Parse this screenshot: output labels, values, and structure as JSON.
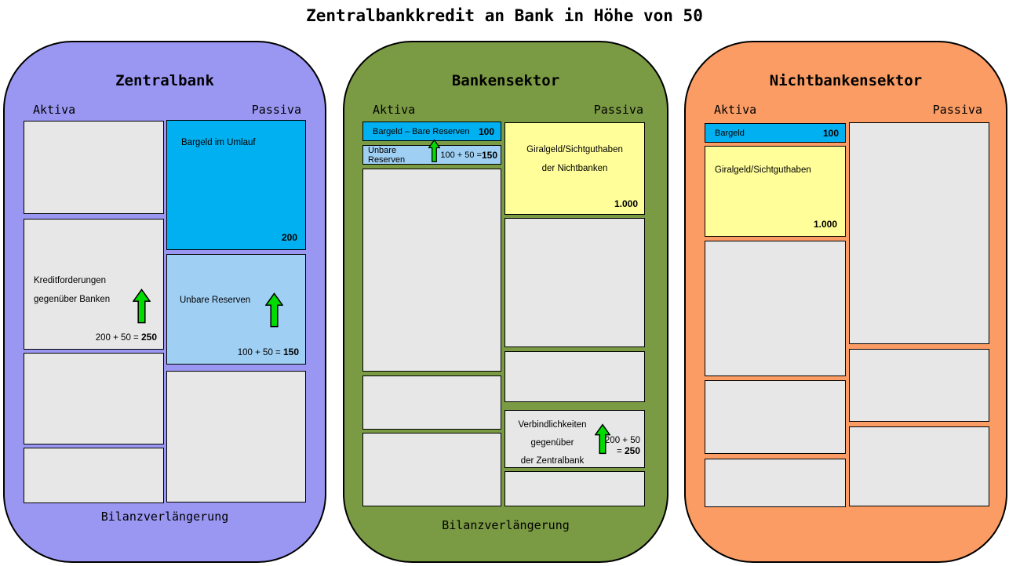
{
  "title": "Zentralbankkredit an Bank in Höhe von 50",
  "colors": {
    "zentralbank_bg": "#9A97F3",
    "bankensektor_bg": "#7A9A43",
    "nichtbanken_bg": "#FA9C64",
    "cash_cyan": "#00B0F0",
    "reserve_blue": "#9FCFF3",
    "deposit_yellow": "#FFFE99",
    "empty_gray": "#E7E7E7",
    "arrow_green": "#00DC00"
  },
  "zentralbank": {
    "title": "Zentralbank",
    "aktiva_label": "Aktiva",
    "passiva_label": "Passiva",
    "footer": "Bilanzverlängerung",
    "kredit_box": {
      "label_lines": [
        "Kreditforderungen",
        "gegenüber Banken"
      ],
      "calc": "200 + 50 = ",
      "result": "250"
    },
    "bargeld_umlauf_box": {
      "label": "Bargeld im Umlauf",
      "value": "200"
    },
    "unbare_reserven_box": {
      "label": "Unbare Reserven",
      "calc": "100 + 50 = ",
      "result": "150"
    }
  },
  "bankensektor": {
    "title": "Bankensektor",
    "aktiva_label": "Aktiva",
    "passiva_label": "Passiva",
    "footer": "Bilanzverlängerung",
    "bare_reserven_box": {
      "label": "Bargeld – Bare Reserven",
      "value": "100"
    },
    "unbare_reserven_box": {
      "label": "Unbare Reserven",
      "calc": "100 + 50 = ",
      "result": "150"
    },
    "giralgeld_box": {
      "label_lines": [
        "Giralgeld/Sichtguthaben",
        "der Nichtbanken"
      ],
      "value": "1.000"
    },
    "verbindlichkeiten_box": {
      "label_lines": [
        "Verbindlichkeiten",
        "gegenüber",
        "der Zentralbank"
      ],
      "calc_line1": "200 + 50",
      "calc_eq": "= ",
      "result": "250"
    }
  },
  "nichtbankensektor": {
    "title": "Nichtbankensektor",
    "aktiva_label": "Aktiva",
    "passiva_label": "Passiva",
    "bargeld_box": {
      "label": "Bargeld",
      "value": "100"
    },
    "giralgeld_box": {
      "label": "Giralgeld/Sichtguthaben",
      "value": "1.000"
    }
  }
}
